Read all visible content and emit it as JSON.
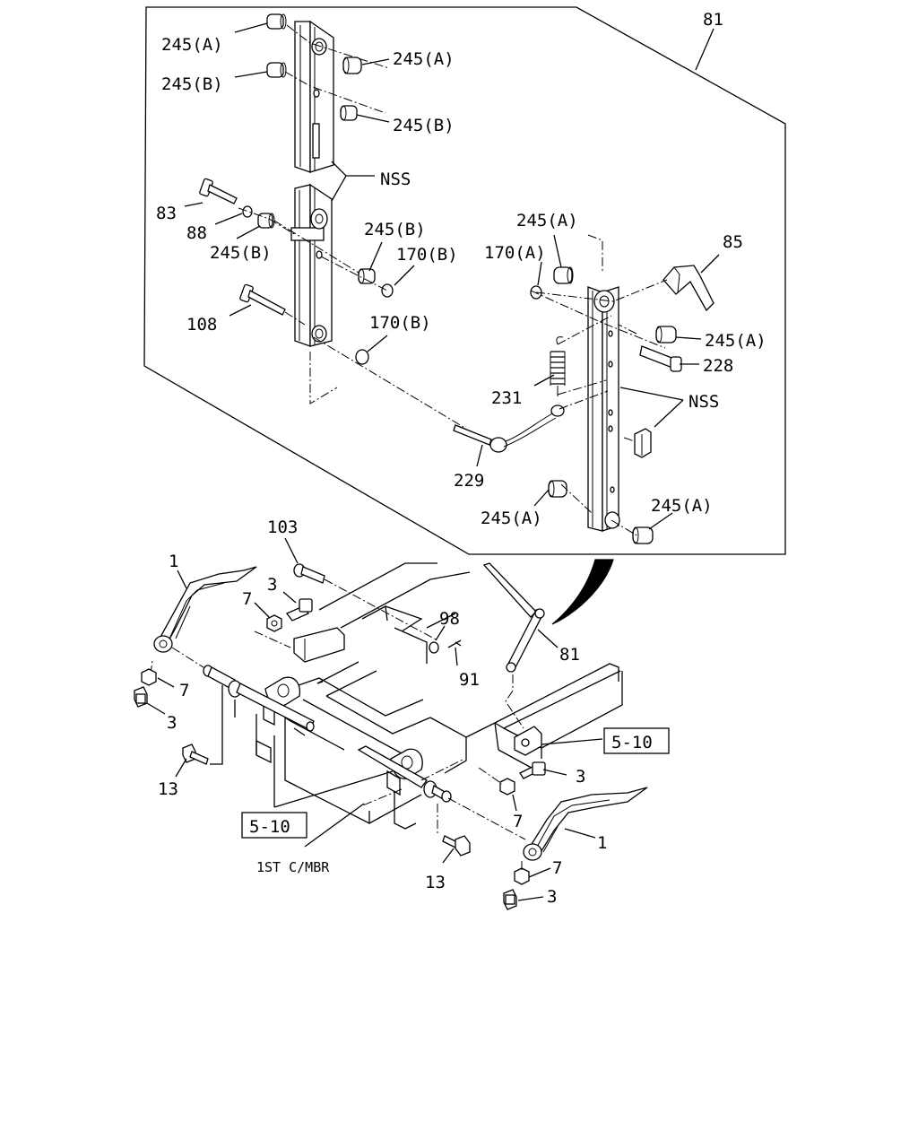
{
  "diagram": {
    "callout_labels": {
      "c81_top": "81",
      "c245a_1": "245(A)",
      "c245b_1": "245(B)",
      "c245a_2": "245(A)",
      "c245b_2": "245(B)",
      "nss_1": "NSS",
      "c83": "83",
      "c88": "88",
      "c245b_3": "245(B)",
      "c245b_4": "245(B)",
      "c170b_1": "170(B)",
      "c108": "108",
      "c170b_2": "170(B)",
      "c245a_3": "245(A)",
      "c170a": "170(A)",
      "c85": "85",
      "c245a_4": "245(A)",
      "c228": "228",
      "c231": "231",
      "nss_2": "NSS",
      "c229": "229",
      "c245a_5": "245(A)",
      "c245a_6": "245(A)",
      "c103": "103",
      "c1_left": "1",
      "c3_a": "3",
      "c7_a": "7",
      "c98": "98",
      "c91": "91",
      "c81_bottom": "81",
      "c7_b": "7",
      "c3_b": "3",
      "c13_a": "13",
      "c3_c": "3",
      "c7_c": "7",
      "c1_right": "1",
      "c7_d": "7",
      "c3_d": "3",
      "c13_b": "13",
      "ref_510_right": "5-10",
      "ref_510_left": "5-10",
      "first_cross_member": "1ST C/MBR"
    }
  }
}
